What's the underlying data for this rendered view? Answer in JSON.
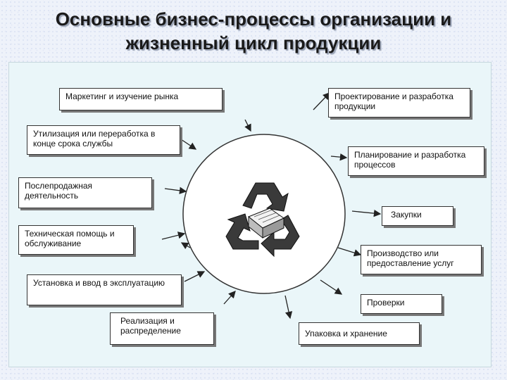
{
  "title": {
    "line1": "Основные бизнес-процессы организации и",
    "line2": "жизненный цикл продукции"
  },
  "boxes": {
    "marketing": "Маркетинг и изучение рынка",
    "design": "Проектирование и разработка продукции",
    "disposal": "Утилизация или переработка в конце срока службы",
    "planning": "Планирование и разработка процессов",
    "aftersales": "Послепродажная деятельность",
    "purchasing": "Закупки",
    "techsupport": "Техническая помощь и обслуживание",
    "production": "Производство или предоставление услуг",
    "installation": "Установка и ввод в эксплуатацию",
    "inspection": "Проверки",
    "sales": "Реализация и распределение",
    "packaging": "Упаковка и хранение"
  },
  "center_icon": "recycle-icon",
  "colors": {
    "panel": "#eaf6f9",
    "arrow": "#222222"
  }
}
